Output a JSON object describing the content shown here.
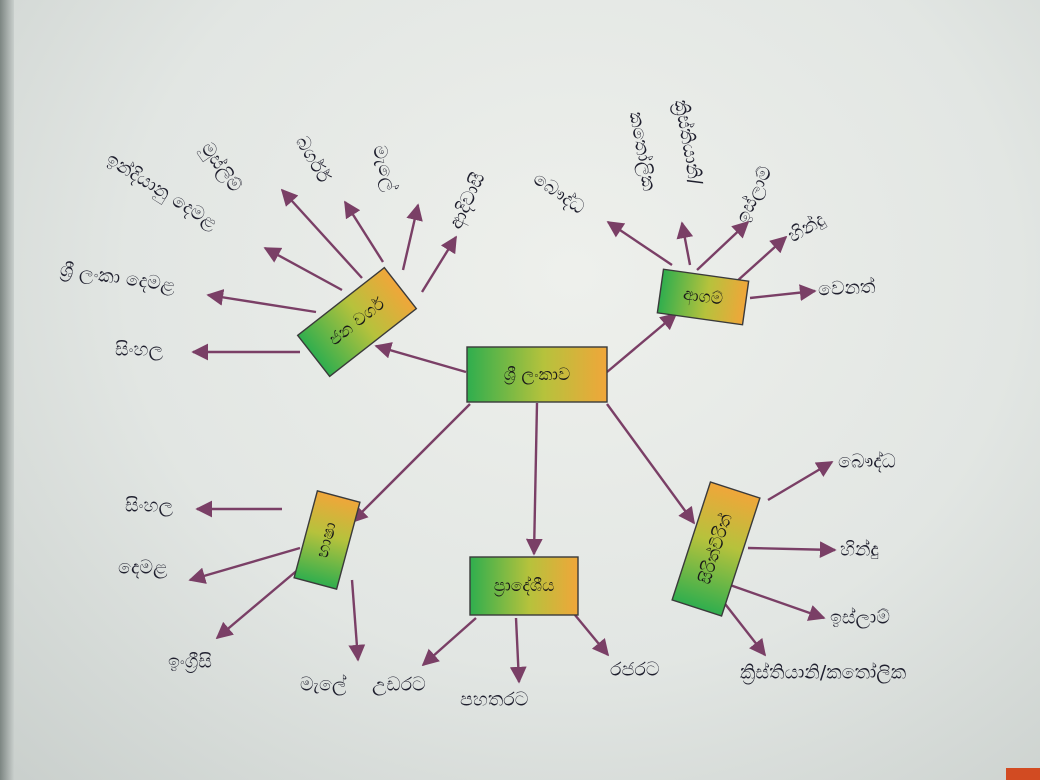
{
  "colors": {
    "edge": "#7a3f66",
    "box_gradient_start": "#2fae4e",
    "box_gradient_end": "#f0a63a"
  },
  "center": {
    "label": "ශ්‍රී ලංකාව"
  },
  "branches": [
    {
      "id": "races",
      "label": "ජන වර්ග",
      "leaves": [
        "සිංහල",
        "ශ්‍රී ලංකා දෙමළ",
        "ඉන්දියානු දෙමළ",
        "මුස්ලිම්",
        "බර්ගර්",
        "මැලේ",
        "ආදිවාසී"
      ]
    },
    {
      "id": "religions",
      "label": "ආගම්",
      "leaves": [
        "බෞද්ධ",
        "කතෝලික",
        "ක්‍රිස්තියානි/",
        "ඉස්ලාම්",
        "හින්දු",
        "වෙනත්"
      ]
    },
    {
      "id": "languages",
      "label": "භාෂා",
      "leaves": [
        "සිංහල",
        "දෙමළ",
        "ඉංග්‍රීසි",
        "මැලේ"
      ]
    },
    {
      "id": "regions",
      "label": "ප්‍රාදේශීය",
      "leaves": [
        "උඩරට",
        "පහතරට",
        "රජරට"
      ]
    },
    {
      "id": "culture",
      "label": "සිරිත්විරිත්",
      "leaves": [
        "බෞද්ධ",
        "හින්දු",
        "ඉස්ලාම්",
        "ක්‍රිස්තියානි/කතෝලික"
      ]
    }
  ]
}
